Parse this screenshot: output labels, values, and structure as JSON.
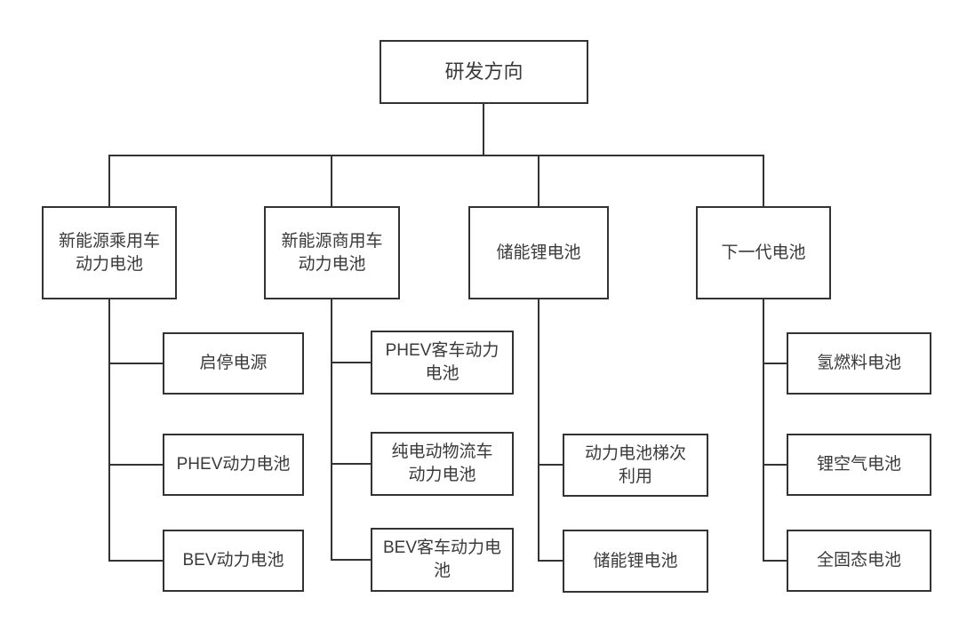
{
  "diagram": {
    "type": "org-chart",
    "title": "研发方向",
    "colors": {
      "line": "#333333",
      "border": "#333333",
      "text": "#3a3a3a",
      "background": "#ffffff"
    },
    "root": {
      "label": "研发方向"
    },
    "branches": [
      {
        "label": "新能源乘用车\n动力电池",
        "children": [
          {
            "label": "启停电源"
          },
          {
            "label": "PHEV动力电池"
          },
          {
            "label": "BEV动力电池"
          }
        ]
      },
      {
        "label": "新能源商用车\n动力电池",
        "children": [
          {
            "label": "PHEV客车动力\n电池"
          },
          {
            "label": "纯电动物流车\n动力电池"
          },
          {
            "label": "BEV客车动力电\n池"
          }
        ]
      },
      {
        "label": "储能锂电池",
        "children": [
          {
            "label": "动力电池梯次\n利用"
          },
          {
            "label": "储能锂电池"
          }
        ]
      },
      {
        "label": "下一代电池",
        "children": [
          {
            "label": "氢燃料电池"
          },
          {
            "label": "锂空气电池"
          },
          {
            "label": "全固态电池"
          }
        ]
      }
    ]
  }
}
